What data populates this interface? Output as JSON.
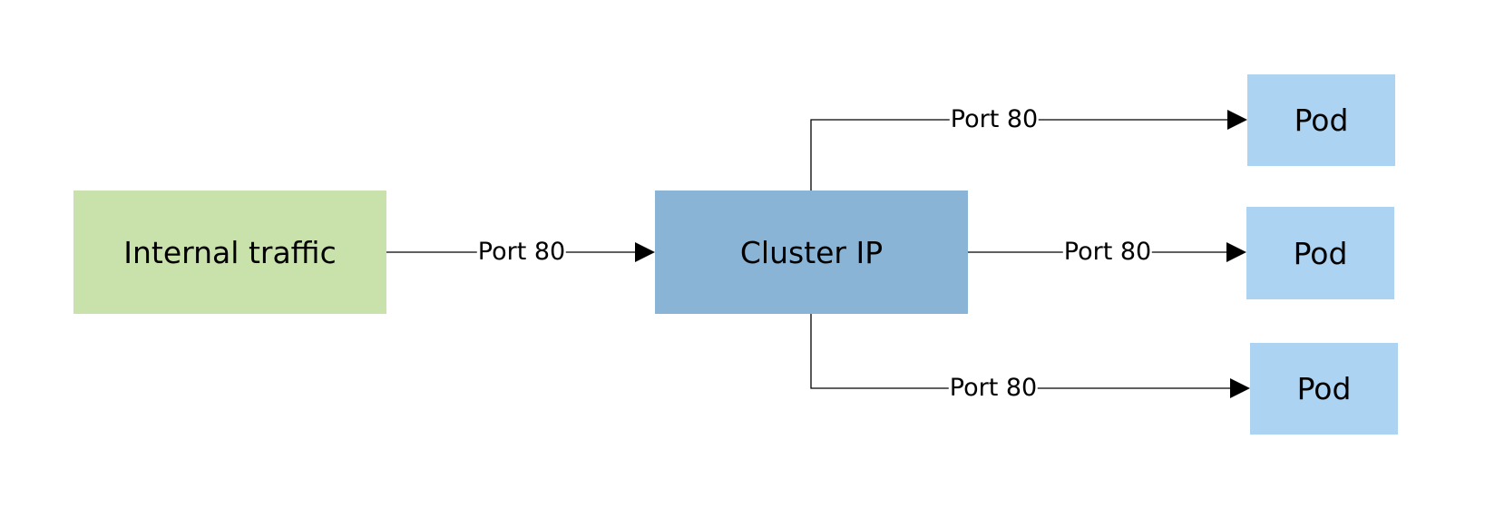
{
  "colors": {
    "internal_fill": "#c9e2ab",
    "cluster_fill": "#8ab4d6",
    "pod_fill": "#acd3f2",
    "edge": "#000000"
  },
  "nodes": {
    "internal": {
      "label": "Internal traffic"
    },
    "cluster": {
      "label": "Cluster IP"
    },
    "pod1": {
      "label": "Pod"
    },
    "pod2": {
      "label": "Pod"
    },
    "pod3": {
      "label": "Pod"
    }
  },
  "edges": [
    {
      "from": "internal",
      "to": "cluster",
      "label": "Port 80"
    },
    {
      "from": "cluster",
      "to": "pod1",
      "label": "Port 80"
    },
    {
      "from": "cluster",
      "to": "pod2",
      "label": "Port 80"
    },
    {
      "from": "cluster",
      "to": "pod3",
      "label": "Port 80"
    }
  ]
}
